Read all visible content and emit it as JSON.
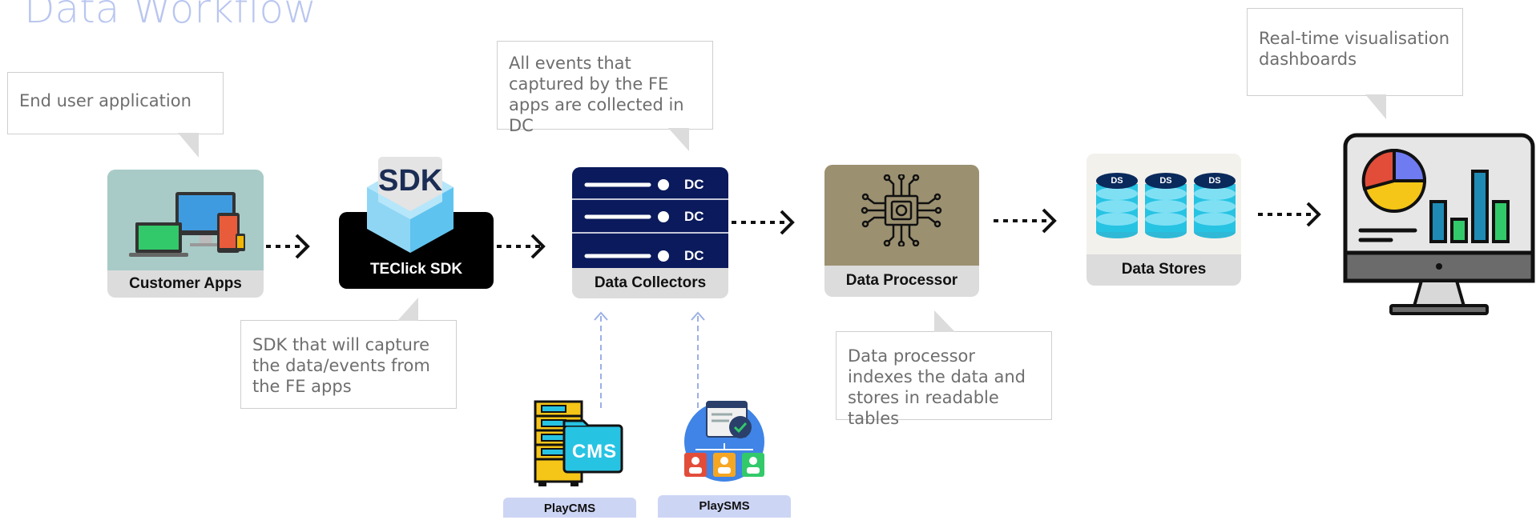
{
  "title": "Data Workflow",
  "callouts": {
    "end_user": "End user application",
    "collectors": "All events that captured by the FE apps are collected in DC",
    "dashboards": "Real-time visualisation dashboards",
    "sdk": "SDK that will capture the data/events from the FE apps",
    "processor": "Data processor indexes the data and stores in readable tables"
  },
  "nodes": {
    "customer_apps": "Customer Apps",
    "sdk_badge": "SDK",
    "teclick_sdk": "TEClick SDK",
    "data_collectors": "Data Collectors",
    "dc_tag": "DC",
    "data_processor": "Data Processor",
    "data_stores": "Data Stores",
    "ds_tag": "DS"
  },
  "sources": {
    "playcms": "PlayCMS",
    "cms_tag": "CMS",
    "playsms": "PlaySMS"
  },
  "colors": {
    "title": "#b9c6ef",
    "callout_border": "#cfcfcf",
    "customer_bg": "#a8cbc7",
    "collector_bg": "#0a1a5c",
    "processor_bg": "#9b9070",
    "store_bg": "#f3f1ec",
    "label_bar": "#dcdcdc",
    "source_label": "#cdd5f5"
  }
}
